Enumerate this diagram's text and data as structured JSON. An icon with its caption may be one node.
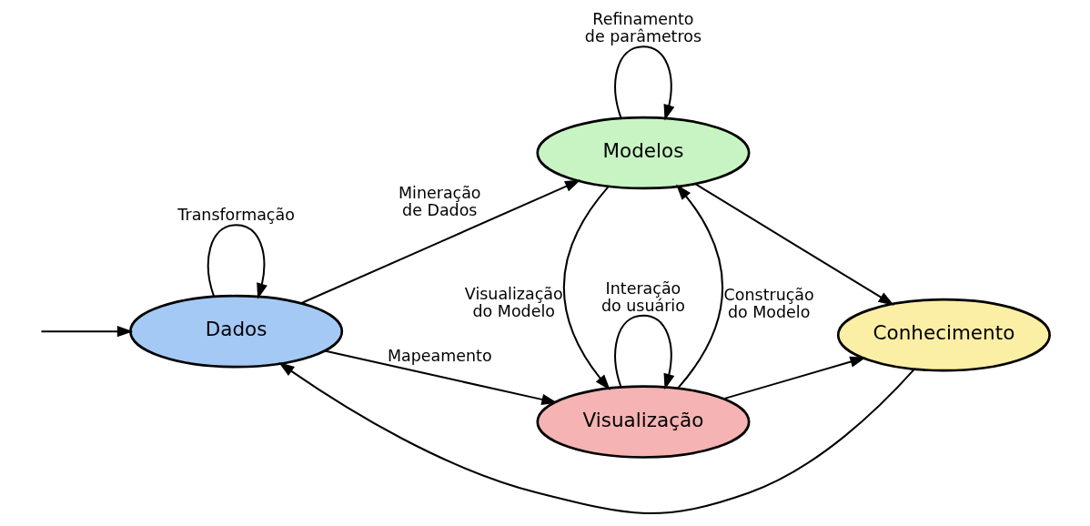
{
  "diagram": {
    "nodes": [
      {
        "text": [
          "Dados"
        ]
      },
      {
        "text": [
          "Visualização"
        ]
      },
      {
        "text": [
          "Modelos"
        ]
      },
      {
        "text": [
          "Conhecimento"
        ]
      }
    ],
    "edges": [
      {
        "from": null,
        "to": 0,
        "arrow": "to"
      },
      {
        "from": 0,
        "to": 0,
        "arrow": "to",
        "label": "Transformação"
      },
      {
        "from": 0,
        "to": 1,
        "arrow": "to",
        "label": "Mapeamento"
      },
      {
        "from": 0,
        "to": 2,
        "arrow": "to",
        "label": "Mineração de Dados"
      },
      {
        "from": 1,
        "to": 1,
        "arrow": "to",
        "label": "Interação do usuário"
      },
      {
        "from": 1,
        "to": 2,
        "arrow": "to",
        "label": "Construção do Modelo"
      },
      {
        "from": 2,
        "to": 1,
        "arrow": "to",
        "label": "Visualização do Modelo"
      },
      {
        "from": 2,
        "to": 2,
        "arrow": "to",
        "label": "Refinamento de parâmetros"
      },
      {
        "from": 1,
        "to": 3,
        "arrow": "to"
      },
      {
        "from": 2,
        "to": 3,
        "arrow": "to"
      },
      {
        "from": 3,
        "to": 0,
        "arrow": "to"
      }
    ]
  }
}
